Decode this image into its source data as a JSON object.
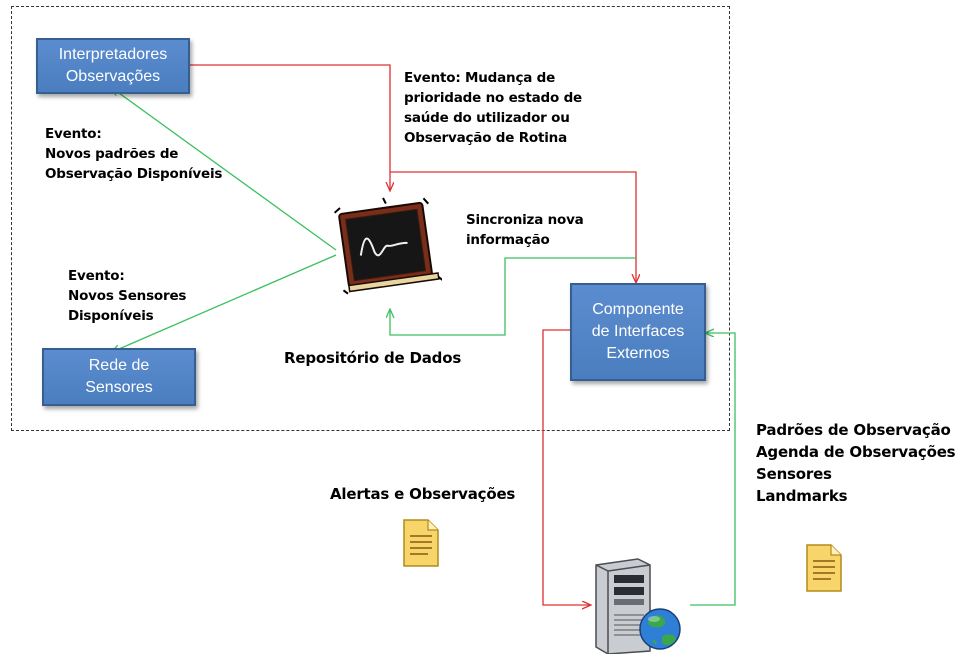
{
  "boxes": {
    "interpretadores": {
      "line1": "Interpretadores",
      "line2": "Observações"
    },
    "rede": {
      "line1": "Rede de",
      "line2": "Sensores"
    },
    "componente": {
      "line1": "Componente",
      "line2": "de Interfaces",
      "line3": "Externos"
    }
  },
  "labels": {
    "evento_mudanca": [
      "Evento: Mudança de",
      "prioridade no estado de",
      "saúde do utilizador ou",
      "Observação de Rotina"
    ],
    "evento_padroes": [
      "Evento:",
      "Novos padrões de",
      "Observação Disponíveis"
    ],
    "evento_sensores": [
      "Evento:",
      "Novos Sensores",
      "Disponíveis"
    ],
    "sincroniza": [
      "Sincroniza nova",
      "informação"
    ],
    "repositorio": "Repositório de Dados",
    "alertas": "Alertas e Observações",
    "right_list": [
      "Padrões de Observação",
      "Agenda de Observações",
      "Sensores",
      "Landmarks"
    ]
  },
  "icons": {
    "repository": "chalkboard-icon",
    "document_left": "document-icon",
    "document_right": "document-icon",
    "server": "server-globe-icon"
  },
  "colors": {
    "red_line": "#e03030",
    "green_line": "#3cc060",
    "box_fill": "#4f81bd",
    "box_border": "#365f91"
  }
}
